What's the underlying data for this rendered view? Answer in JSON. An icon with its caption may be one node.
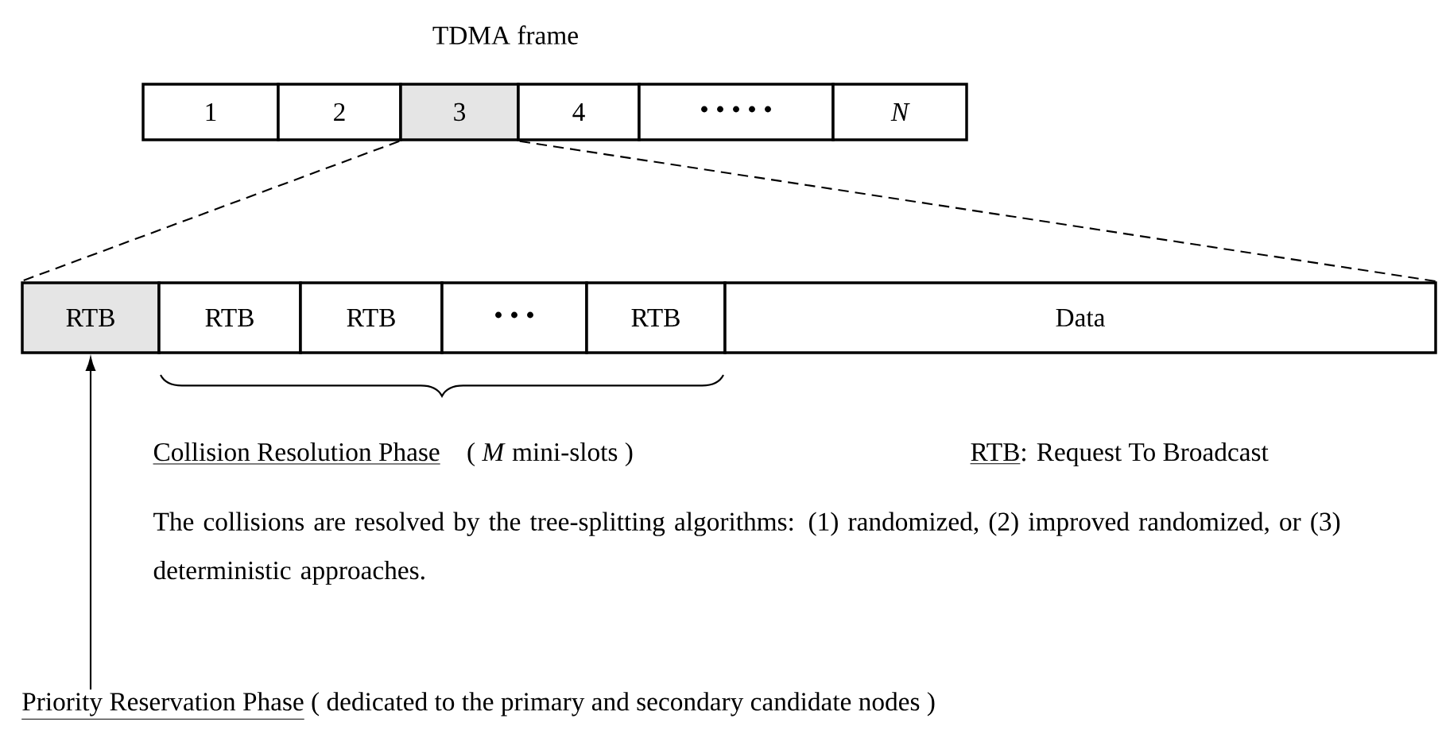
{
  "diagram": {
    "title": "TDMA frame",
    "nodes": [
      {
        "text": [
          "1"
        ]
      },
      {
        "text": [
          "2"
        ]
      },
      {
        "text": [
          "3"
        ]
      },
      {
        "text": [
          "4"
        ]
      },
      {
        "text": [
          "• • • • •"
        ]
      },
      {
        "text": [
          "N"
        ]
      },
      {
        "text": [
          "RTB"
        ]
      },
      {
        "text": [
          "RTB"
        ]
      },
      {
        "text": [
          "RTB"
        ]
      },
      {
        "text": [
          "• • •"
        ]
      },
      {
        "text": [
          "RTB"
        ]
      },
      {
        "text": [
          "Data"
        ]
      },
      {
        "text": [
          "Priority Reservation Phase",
          "( dedicated to the primary and secondary candidate nodes )"
        ]
      }
    ],
    "edges": [
      {
        "from": 2,
        "to": 6,
        "arrow": "none",
        "style": "dashed"
      },
      {
        "from": 2,
        "to": 11,
        "arrow": "none",
        "style": "dashed"
      },
      {
        "from": 12,
        "to": 6,
        "arrow": "to"
      }
    ],
    "labels": [
      "Collision Resolution Phase",
      "( *M* mini-slots )",
      "RTB",
      ": Request To Broadcast",
      "The collisions are resolved by the tree-splitting algorithms: (1) randomized, (2) improved randomized, or (3) deterministic approaches."
    ]
  }
}
